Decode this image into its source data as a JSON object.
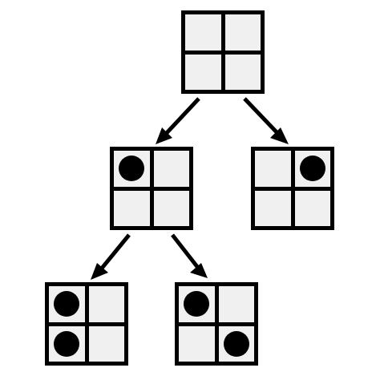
{
  "diagram": {
    "colors": {
      "background": "#ffffff",
      "grid_line": "#000000",
      "cell_fill": "#f0f0f0",
      "stone": "#000000",
      "arrow": "#000000"
    },
    "boards": [
      {
        "id": "board-root",
        "stones": [
          false,
          false,
          false,
          false
        ]
      },
      {
        "id": "board-mid-left",
        "stones": [
          true,
          false,
          false,
          false
        ]
      },
      {
        "id": "board-mid-right",
        "stones": [
          false,
          true,
          false,
          false
        ]
      },
      {
        "id": "board-bottom-left",
        "stones": [
          true,
          false,
          true,
          false
        ]
      },
      {
        "id": "board-bottom-right",
        "stones": [
          true,
          false,
          false,
          true
        ]
      }
    ],
    "edges": [
      {
        "from": "board-root",
        "to": "board-mid-left"
      },
      {
        "from": "board-root",
        "to": "board-mid-right"
      },
      {
        "from": "board-mid-left",
        "to": "board-bottom-left"
      },
      {
        "from": "board-mid-left",
        "to": "board-bottom-right"
      }
    ]
  }
}
